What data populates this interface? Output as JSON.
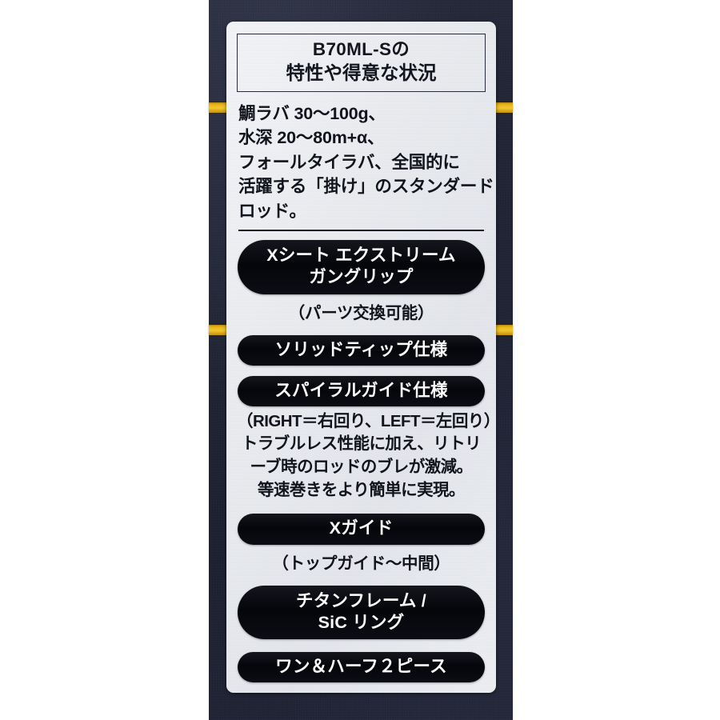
{
  "theme": {
    "backdrop_color": "#1b1f30",
    "stripe_color": "#e8b720",
    "card_color": "#e9ebef",
    "pill_color": "#05060a",
    "pill_text_color": "#ffffff",
    "text_color": "#12141d"
  },
  "card": {
    "title": {
      "line1": "B70ML-Sの",
      "line2": "特性や得意な状況"
    },
    "intro_lines": [
      "鯛ラバ 30〜100g、",
      "水深 20〜80m+α、",
      "フォールタイラバ、全国的に",
      "活躍する「掛け」のスタンダード",
      "ロッド。"
    ],
    "features": [
      {
        "id": "x-seat-extreme-gun-grip",
        "pill_lines": [
          "Xシート エクストリーム",
          "ガングリップ"
        ],
        "caption": "（パーツ交換可能）",
        "paragraph_lines": []
      },
      {
        "id": "solid-tip",
        "pill_lines": [
          "ソリッドティップ仕様"
        ],
        "caption": "",
        "paragraph_lines": []
      },
      {
        "id": "spiral-guide",
        "pill_lines": [
          "スパイラルガイド仕様"
        ],
        "caption": "",
        "paragraph_lines": [
          "（RIGHT＝右回り、LEFT＝左回り）",
          "トラブルレス性能に加え、リトリ",
          "ーブ時のロッドのブレが激減。",
          "等速巻きをより簡単に実現。"
        ]
      },
      {
        "id": "x-guide",
        "pill_lines": [
          "Xガイド"
        ],
        "caption": "（トップガイド〜中間）",
        "paragraph_lines": []
      },
      {
        "id": "titanium-frame-sic-ring",
        "pill_lines": [
          "チタンフレーム /",
          "SiC リング"
        ],
        "caption": "",
        "paragraph_lines": []
      },
      {
        "id": "one-and-half-two-piece",
        "pill_lines": [
          "ワン＆ハーフ２ピース"
        ],
        "caption": "",
        "paragraph_lines": []
      }
    ]
  }
}
